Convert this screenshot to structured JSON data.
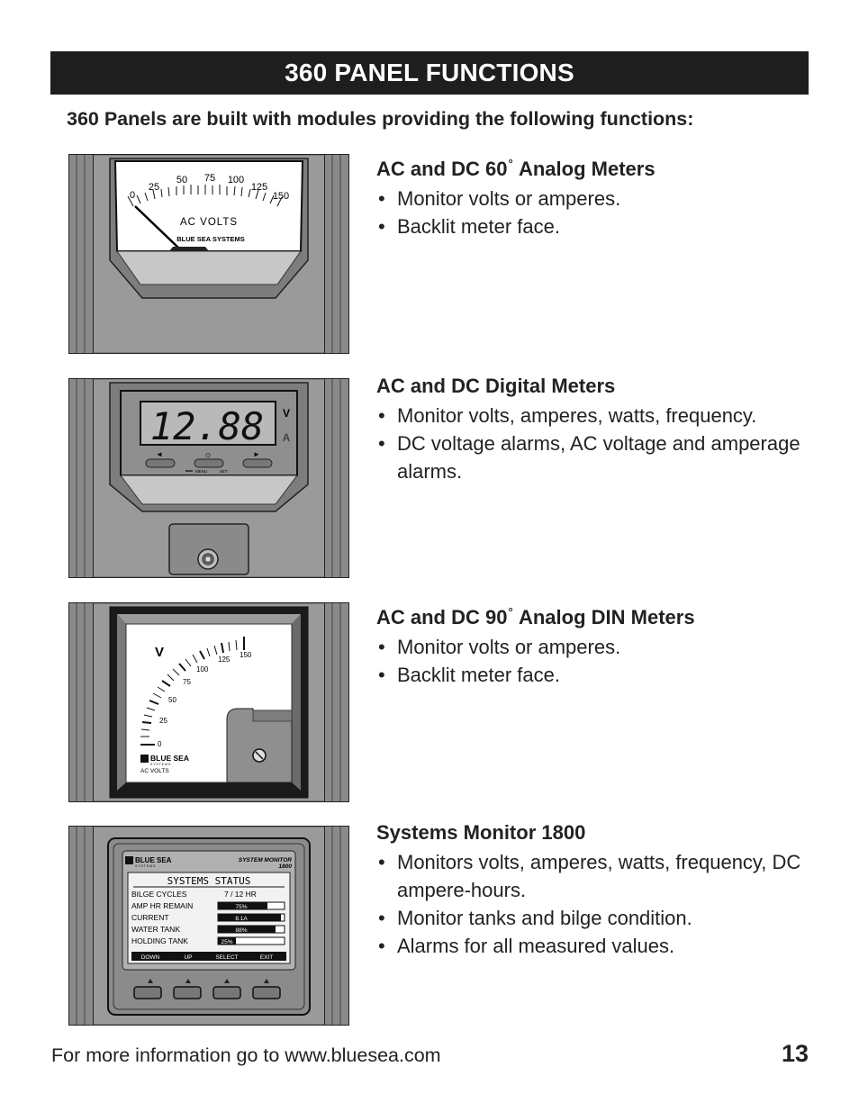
{
  "header": {
    "title": "360 PANEL FUNCTIONS"
  },
  "intro": "360 Panels are built with modules providing the following functions:",
  "sections": [
    {
      "title_before": "AC and DC 60",
      "degree": "°",
      "title_after": " Analog Meters",
      "bullets": [
        "Monitor volts or amperes.",
        "Backlit meter face."
      ]
    },
    {
      "title": "AC and DC Digital Meters",
      "bullets": [
        "Monitor volts, amperes, watts, frequency.",
        "DC voltage alarms, AC voltage and amperage alarms."
      ]
    },
    {
      "title_before": "AC and DC 90",
      "degree": "°",
      "title_after": " Analog DIN Meters",
      "bullets": [
        "Monitor volts or amperes.",
        "Backlit meter face."
      ]
    },
    {
      "title": "Systems Monitor 1800",
      "bullets": [
        "Monitors volts, amperes, watts, frequency, DC ampere-hours.",
        "Monitor tanks and bilge condition.",
        "Alarms for all measured values."
      ]
    }
  ],
  "meter60": {
    "scale": [
      "0",
      "25",
      "50",
      "75",
      "100",
      "125",
      "150"
    ],
    "label": "AC  VOLTS",
    "brand": "BLUE SEA SYSTEMS"
  },
  "digital": {
    "reading": "12.88",
    "unit_v": "V",
    "unit_a": "A",
    "left_arrow": "◄",
    "right_arrow": "►",
    "sun": "☼",
    "menu": "MENU",
    "set": "SET"
  },
  "meter90": {
    "unit": "V",
    "scale": [
      "0",
      "25",
      "50",
      "75",
      "100",
      "125",
      "150"
    ],
    "brand": "BLUE SEA",
    "brand_sub": "S Y S T E M S",
    "label": "AC VOLTS"
  },
  "monitor": {
    "brand": "BLUE SEA",
    "brand_sub": "S Y S T E M S",
    "model": "SYSTEM MONITOR",
    "model_num": "1800",
    "screen_title": "SYSTEMS  STATUS",
    "rows": [
      {
        "label": "BILGE CYCLES",
        "value": "7 / 12 HR"
      },
      {
        "label": "AMP HR REMAIN",
        "value": "75%"
      },
      {
        "label": "CURRENT",
        "value": "8.1A"
      },
      {
        "label": "WATER TANK",
        "value": "88%"
      },
      {
        "label": "HOLDING TANK",
        "value": "25%"
      }
    ],
    "softkeys": [
      "DOWN",
      "UP",
      "SELECT",
      "EXIT"
    ]
  },
  "footer": {
    "info": "For more information go to www.bluesea.com",
    "page": "13"
  }
}
